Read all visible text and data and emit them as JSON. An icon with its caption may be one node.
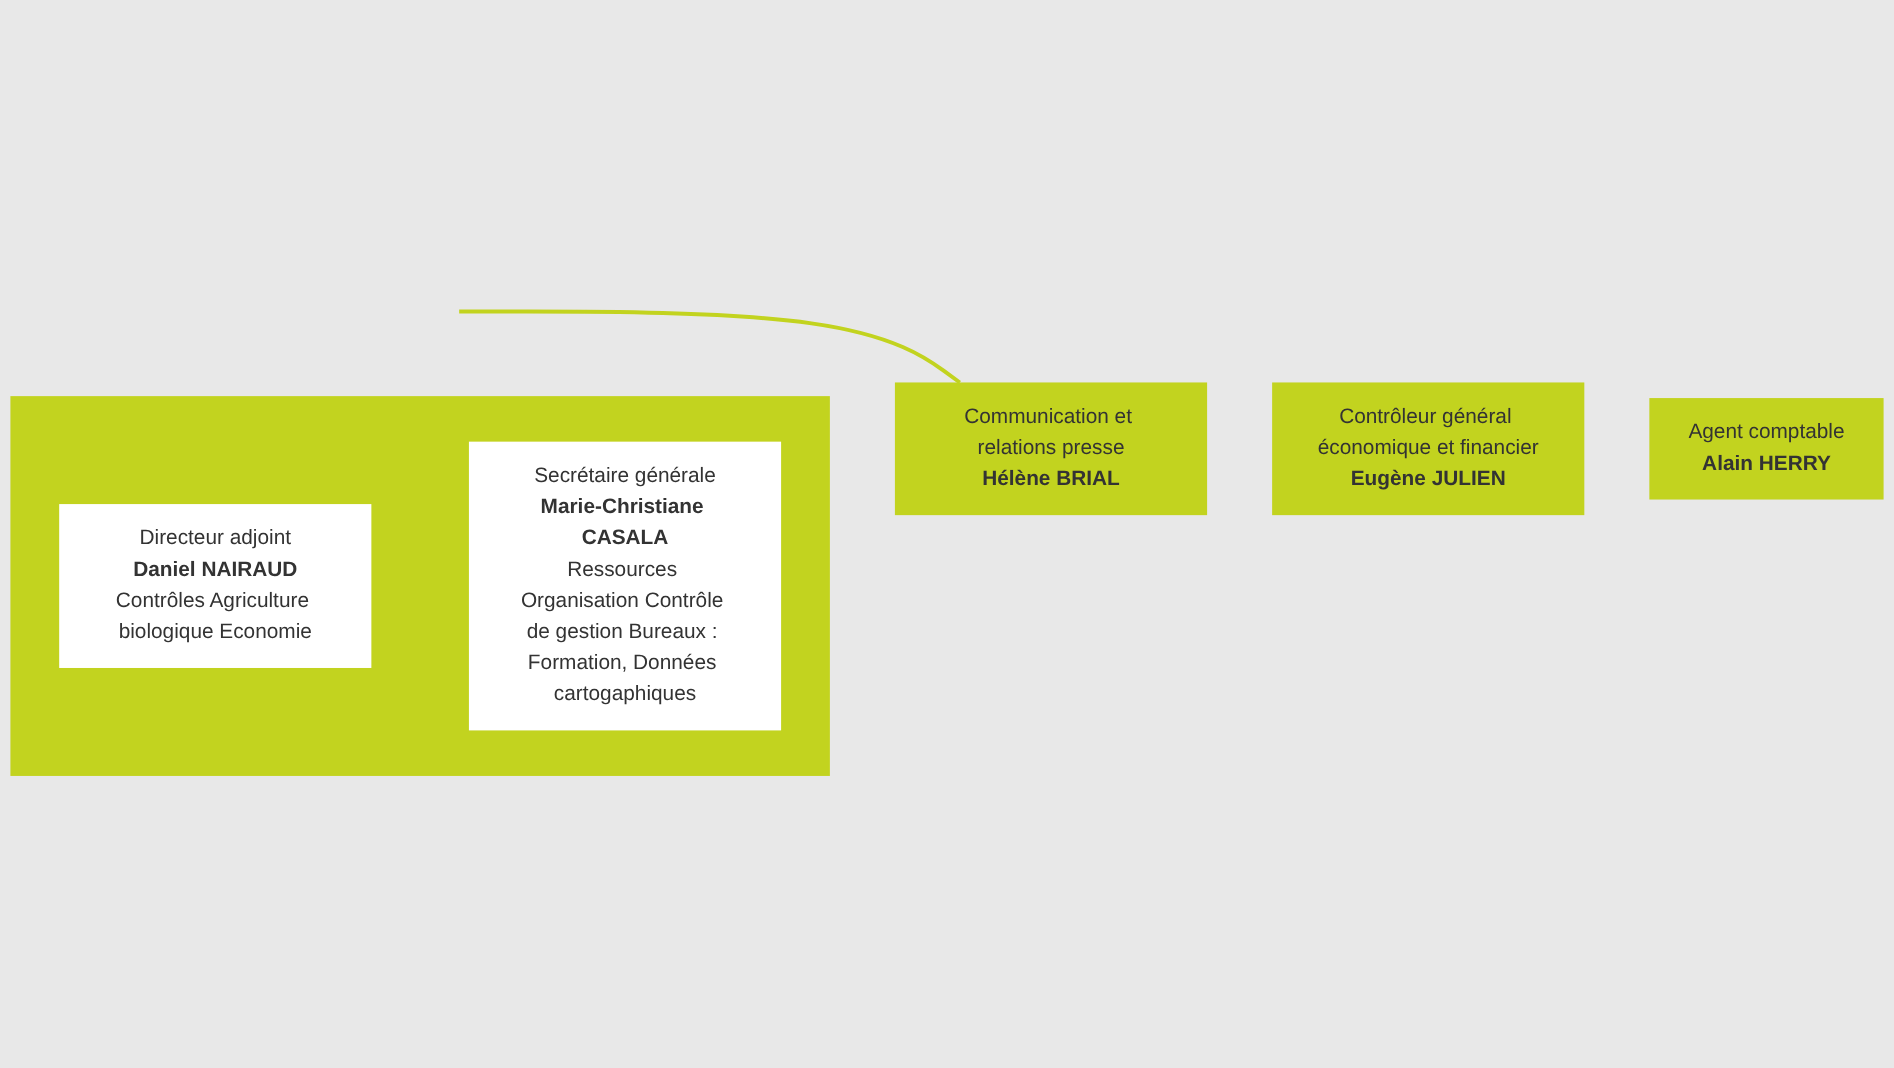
{
  "diagram": {
    "nodes": [
      {
        "text": [],
        "shape": "box"
      },
      {
        "text": [
          "Directeur adjoint",
          "Daniel NAIRAUD",
          "Contrôles Agriculture biologique Economie"
        ],
        "in": 0
      },
      {
        "text": [
          "Secrétaire générale",
          "Marie-Christiane CASALA",
          "Ressources Organisation Contrôle de gestion Bureaux : Formation, Données cartogaphiques"
        ],
        "in": 0
      },
      {
        "text": [
          "Communication et relations presse",
          "Hélène BRIAL"
        ]
      },
      {
        "text": [
          "Contrôleur général économique et financier",
          "Eugène JULIEN"
        ]
      },
      {
        "text": [
          "Agent comptable",
          "Alain HERRY"
        ]
      }
    ],
    "edges": [
      {
        "from": null,
        "to": 3,
        "arrow": "none"
      }
    ]
  }
}
